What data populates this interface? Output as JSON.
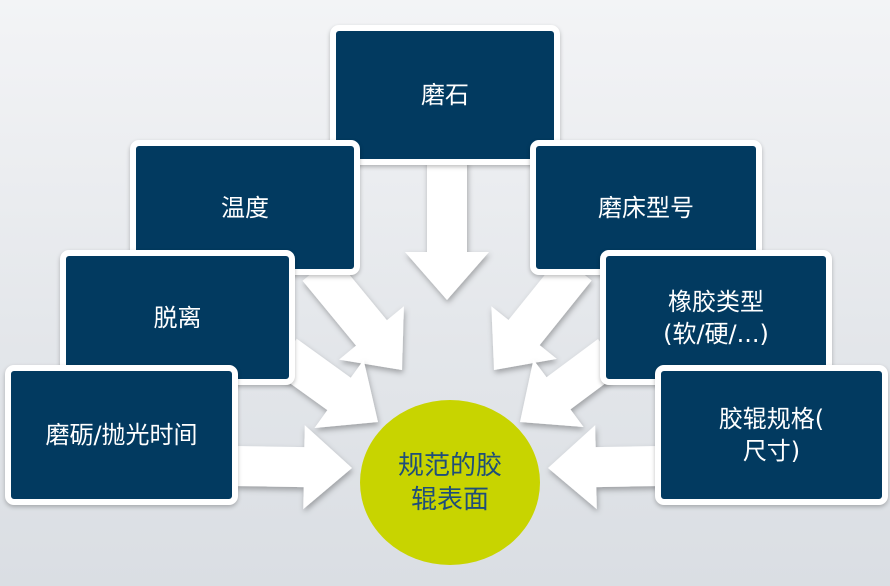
{
  "colors": {
    "box": "#023a60",
    "center": "#c8d400",
    "center_text": "#1f4e79",
    "arrow": "#ffffff"
  },
  "center": {
    "line1": "规范的胶",
    "line2": "辊表面"
  },
  "factors": [
    {
      "line1": "磨石",
      "line2": ""
    },
    {
      "line1": "温度",
      "line2": ""
    },
    {
      "line1": "磨床型号",
      "line2": ""
    },
    {
      "line1": "脱离",
      "line2": ""
    },
    {
      "line1": "橡胶类型",
      "line2": "(软/硬/...)"
    },
    {
      "line1": "磨砺/抛光时间",
      "line2": ""
    },
    {
      "line1": "胶辊规格(",
      "line2": "尺寸)"
    }
  ]
}
